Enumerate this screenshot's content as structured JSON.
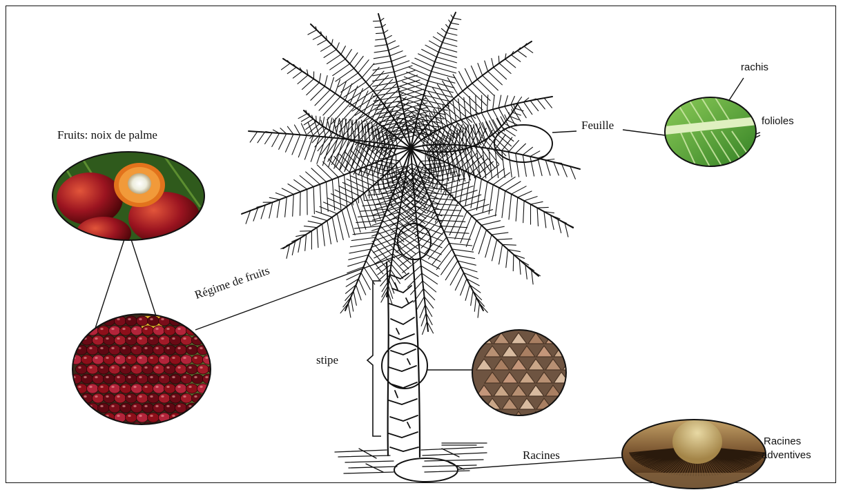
{
  "labels": {
    "fruits_title": "Fruits: noix de palme",
    "regime": "Régime de fruits",
    "stipe": "stipe",
    "feuille": "Feuille",
    "rachis": "rachis",
    "folioles": "folioles",
    "racines": "Racines",
    "racines_adventives_1": "Racines",
    "racines_adventives_2": "adventives"
  },
  "colors": {
    "fruit_red": "#8e0f1a",
    "fruit_orange": "#e2731c",
    "leaf_green": "#4d9e2e",
    "trunk_brown": "#a88467",
    "root_brown": "#5a3f25"
  }
}
